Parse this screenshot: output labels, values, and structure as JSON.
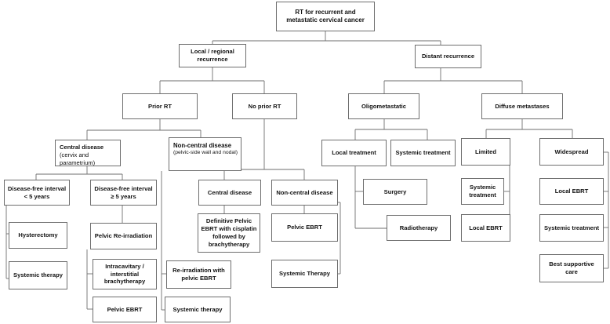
{
  "nodes": {
    "root": "RT for recurrent and metastatic cervical cancer",
    "local_regional": "Local / regional recurrence",
    "distant": "Distant recurrence",
    "prior_rt": "Prior RT",
    "no_prior_rt": "No prior RT",
    "oligometastatic": "Oligometastatic",
    "diffuse_metastases": "Diffuse metastases",
    "central_disease_title": "Central disease",
    "central_disease_note": "(cervix and parametrium)",
    "noncentral_disease_title": "Non-central disease",
    "noncentral_disease_note": "(pelvic-side wall and nodal)",
    "central_disease_noprior": "Central disease",
    "noncentral_disease_noprior": "Non-central disease",
    "local_treatment": "Local treatment",
    "systemic_treatment_oligo": "Systemic treatment",
    "limited": "Limited",
    "widespread": "Widespread",
    "dfi_lt5": "Disease-free interval < 5 years",
    "dfi_ge5": "Disease-free interval ≥ 5 years",
    "hysterectomy": "Hysterectomy",
    "systemic_therapy_dfi": "Systemic therapy",
    "pelvic_reirradiation": "Pelvic Re-irradiation",
    "intracavitary": "Intracavitary / interstitial brachytherapy",
    "pelvic_ebrt_reirr": "Pelvic EBRT",
    "reirradiation_pelvic_ebrt": "Re-irradiation with pelvic EBRT",
    "systemic_therapy_noncentral": "Systemic therapy",
    "definitive_ebrt": "Definitive Pelvic EBRT with cisplatin followed by brachytherapy",
    "pelvic_ebrt_noprior": "Pelvic EBRT",
    "systemic_therapy_noprior": "Systemic Therapy",
    "surgery": "Surgery",
    "radiotherapy": "Radiotherapy",
    "systemic_treatment_limited": "Systemic treatment",
    "local_ebrt_limited": "Local EBRT",
    "local_ebrt_wide": "Local EBRT",
    "systemic_treatment_wide": "Systemic treatment",
    "best_supportive_care": "Best supportive care"
  }
}
